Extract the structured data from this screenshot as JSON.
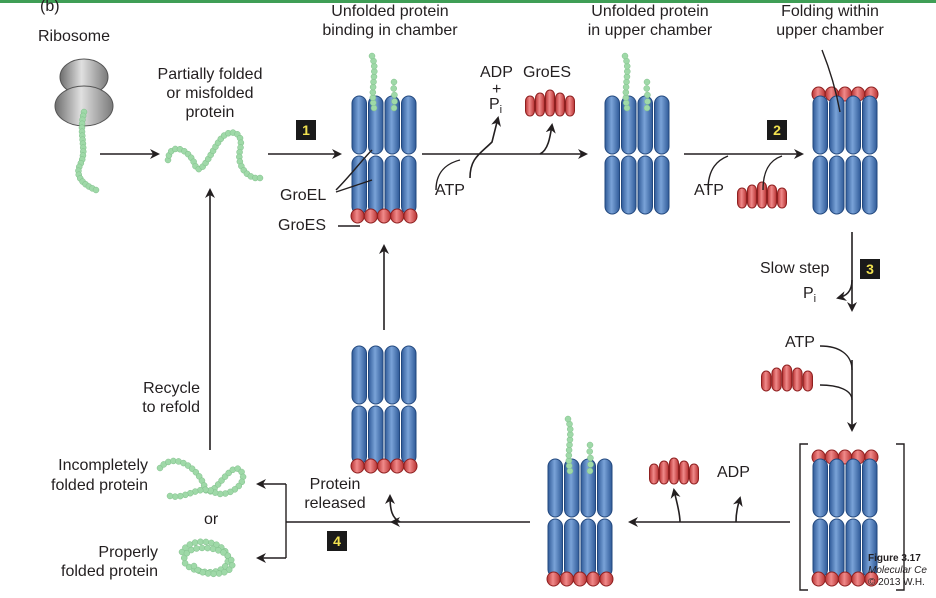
{
  "panel_label": "(b)",
  "labels": {
    "ribosome": "Ribosome",
    "partially_folded_1": "Partially folded",
    "partially_folded_2": "or misfolded",
    "partially_folded_3": "protein",
    "unfolded_binding_1": "Unfolded protein",
    "unfolded_binding_2": "binding in chamber",
    "adp": "ADP",
    "plus": "+",
    "pi": "P",
    "pi_sub": "i",
    "groes_top": "GroES",
    "unfolded_upper_1": "Unfolded protein",
    "unfolded_upper_2": "in upper chamber",
    "folding_upper_1": "Folding within",
    "folding_upper_2": "upper chamber",
    "groel": "GroEL",
    "groes_side": "GroES",
    "atp_1": "ATP",
    "atp_2": "ATP",
    "slow_step": "Slow step",
    "pi2": "P",
    "pi2_sub": "i",
    "atp_3": "ATP",
    "recycle_1": "Recycle",
    "recycle_2": "to refold",
    "incomplete_1": "Incompletely",
    "incomplete_2": "folded protein",
    "or": "or",
    "properly_1": "Properly",
    "properly_2": "folded protein",
    "protein_released_1": "Protein",
    "protein_released_2": "released",
    "adp_bottom": "ADP"
  },
  "steps": [
    "1",
    "2",
    "3",
    "4"
  ],
  "credit": {
    "line1": "Figure 3.17",
    "line2": "Molecular Ce",
    "line3": "© 2013 W.H."
  },
  "colors": {
    "groel_blue": "#4a78b8",
    "groes_red": "#d94a4a",
    "protein_green": "#9fd9a8",
    "ribosome_gray": "#9a9a9a",
    "badge_yellow": "#f2e250",
    "arrow": "#231f20"
  }
}
